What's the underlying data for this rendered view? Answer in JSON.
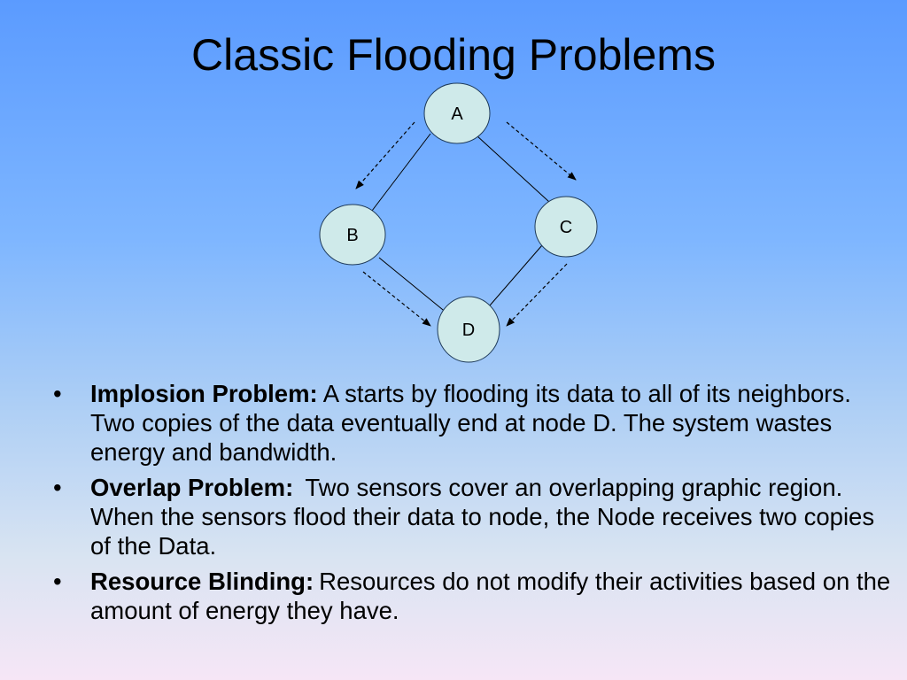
{
  "slide": {
    "title": "Classic Flooding Problems"
  },
  "diagram": {
    "nodes": [
      {
        "id": "A",
        "label": "A"
      },
      {
        "id": "B",
        "label": "B"
      },
      {
        "id": "C",
        "label": "C"
      },
      {
        "id": "D",
        "label": "D"
      }
    ],
    "edges": [
      {
        "from": "A",
        "to": "B"
      },
      {
        "from": "A",
        "to": "C"
      },
      {
        "from": "B",
        "to": "D"
      },
      {
        "from": "C",
        "to": "D"
      }
    ],
    "flood_arrows": [
      {
        "from": "A",
        "to": "B"
      },
      {
        "from": "A",
        "to": "C"
      },
      {
        "from": "B",
        "to": "D"
      },
      {
        "from": "C",
        "to": "D"
      }
    ],
    "node_fill": "#cfeaea",
    "node_stroke": "#1f3b5a"
  },
  "bullets": [
    {
      "heading": "Implosion Problem:",
      "text": "A starts by flooding its data to all of its neighbors. Two copies of the data eventually end at node D. The system wastes energy and bandwidth."
    },
    {
      "heading": "Overlap Problem:",
      "text": " Two sensors cover an overlapping graphic region. When the sensors flood their data to node, the Node receives two copies of the Data."
    },
    {
      "heading": "Resource Blinding:",
      "text": "Resources do not modify their activities based on the amount of energy they have."
    }
  ],
  "bullet_symbol": "•"
}
